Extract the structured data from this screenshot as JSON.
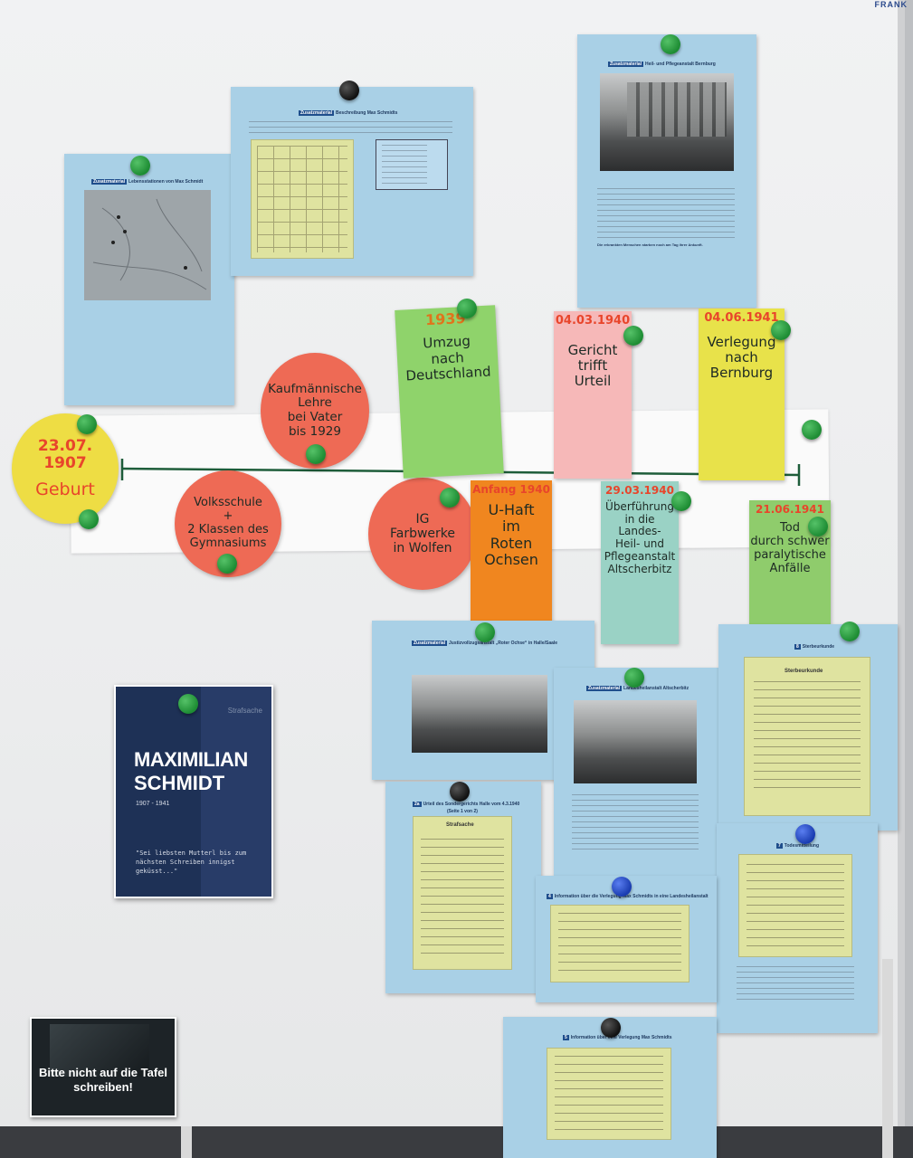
{
  "board": {
    "brand": "FRANK"
  },
  "timeline": {
    "birth": {
      "date": "23.07.\n1907",
      "label": "Geburt"
    },
    "school": {
      "label": "Volksschule\n+\n2 Klassen des\nGymnasiums"
    },
    "apprenticeship": {
      "label": "Kaufmännische\nLehre\nbei Vater\nbis 1929"
    },
    "ig": {
      "label": "IG\nFarbwerke\nin Wolfen"
    },
    "move": {
      "date": "1939",
      "label": "Umzug\nnach\nDeutschland"
    },
    "custody": {
      "date": "Anfang 1940",
      "label": "U-Haft\nim\nRoten\nOchsen"
    },
    "court": {
      "date": "04.03.1940",
      "label": "Gericht\ntrifft\nUrteil"
    },
    "transfer1": {
      "date": "29.03.1940",
      "label": "Überführung\nin die\nLandes-\nHeil- und\nPflegeanstalt\nAltscherbitz"
    },
    "transfer2": {
      "date": "04.06.1941",
      "label": "Verlegung\nnach\nBernburg"
    },
    "death": {
      "date": "21.06.1941",
      "label": "Tod\ndurch schwer\nparalytische\nAnfälle"
    }
  },
  "sheets": {
    "lebensstationen": {
      "tag": "Zusatzmaterial",
      "title": "Lebensstationen von Max Schmidt"
    },
    "beschreibung": {
      "tag": "Zusatzmaterial",
      "title": "Beschreibung Max Schmidts"
    },
    "bernburg": {
      "tag": "Zusatzmaterial",
      "title": "Heil- und Pflegeanstalt Bernburg",
      "emphasis": "Die erkrankten Menschen starben noch am Tag ihrer Ankunft."
    },
    "roter_ochse": {
      "tag": "Zusatzmaterial",
      "title": "Justizvollzugsanstalt „Roter Ochse“ in Halle/Saale"
    },
    "altscherbitz": {
      "tag": "Zusatzmaterial",
      "title": "Landesheilanstalt Altscherbitz"
    },
    "sterbeurkunde": {
      "num": "8",
      "title": "Sterbeurkunde",
      "doc_heading": "Sterbeurkunde"
    },
    "urteil": {
      "num": "2a",
      "title": "Urteil des Sondergerichts Halle vom 4.3.1940",
      "subtitle": "(Seite 1 von 2)",
      "doc_heading": "Strafsache"
    },
    "todes": {
      "num": "7",
      "title": "Todesmitteilung"
    },
    "information": {
      "num": "4",
      "title": "Information über die Verlegung Max Schmidts in eine Landesheilanstalt"
    },
    "verlegung": {
      "num": "5",
      "title": "Information über eine Verlegung Max Schmidts"
    }
  },
  "poster": {
    "corner": "Strafsache",
    "name1": "MAXIMILIAN",
    "name2": "SCHMIDT",
    "years": "1907 - 1941",
    "quote": "\"Sei liebsten Mutterl bis zum nächsten Schreiben innigst geküsst...\""
  },
  "sign": {
    "text": "Bitte nicht auf die Tafel schreiben!"
  },
  "colors": {
    "sheet_blue": "#a9d0e6",
    "note_green": "#8fd36b",
    "note_pink": "#f6b8b8",
    "note_yellow": "#e8e24a",
    "note_orange": "#f0861f",
    "note_teal": "#9ad2c5",
    "note_lightgreen": "#8fcc6c",
    "circle_red": "#ee6a55",
    "circle_yellow": "#eedd44",
    "poster_navy": "#1e3156"
  }
}
